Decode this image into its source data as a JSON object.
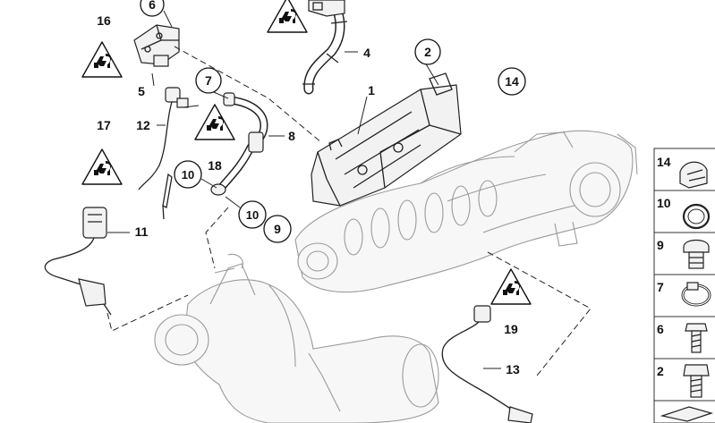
{
  "labels": {
    "p1": "1",
    "p2": "2",
    "p4": "4",
    "p5": "5",
    "p6": "6",
    "p7": "7",
    "p8": "8",
    "p9": "9",
    "p10a": "10",
    "p10b": "10",
    "p11": "11",
    "p12": "12",
    "p13": "13",
    "p14": "14",
    "p16": "16",
    "p17": "17",
    "p18": "18",
    "p19": "19"
  },
  "legend": [
    {
      "num": "14",
      "icon": "clip-icon"
    },
    {
      "num": "10",
      "icon": "seal-ring-icon"
    },
    {
      "num": "9",
      "icon": "plug-screw-icon"
    },
    {
      "num": "7",
      "icon": "hose-clamp-icon"
    },
    {
      "num": "6",
      "icon": "screw-icon"
    },
    {
      "num": "2",
      "icon": "bolt-icon"
    }
  ],
  "colors": {
    "line": "#222222",
    "ghost": "#9a9a9a",
    "background": "#ffffff"
  }
}
